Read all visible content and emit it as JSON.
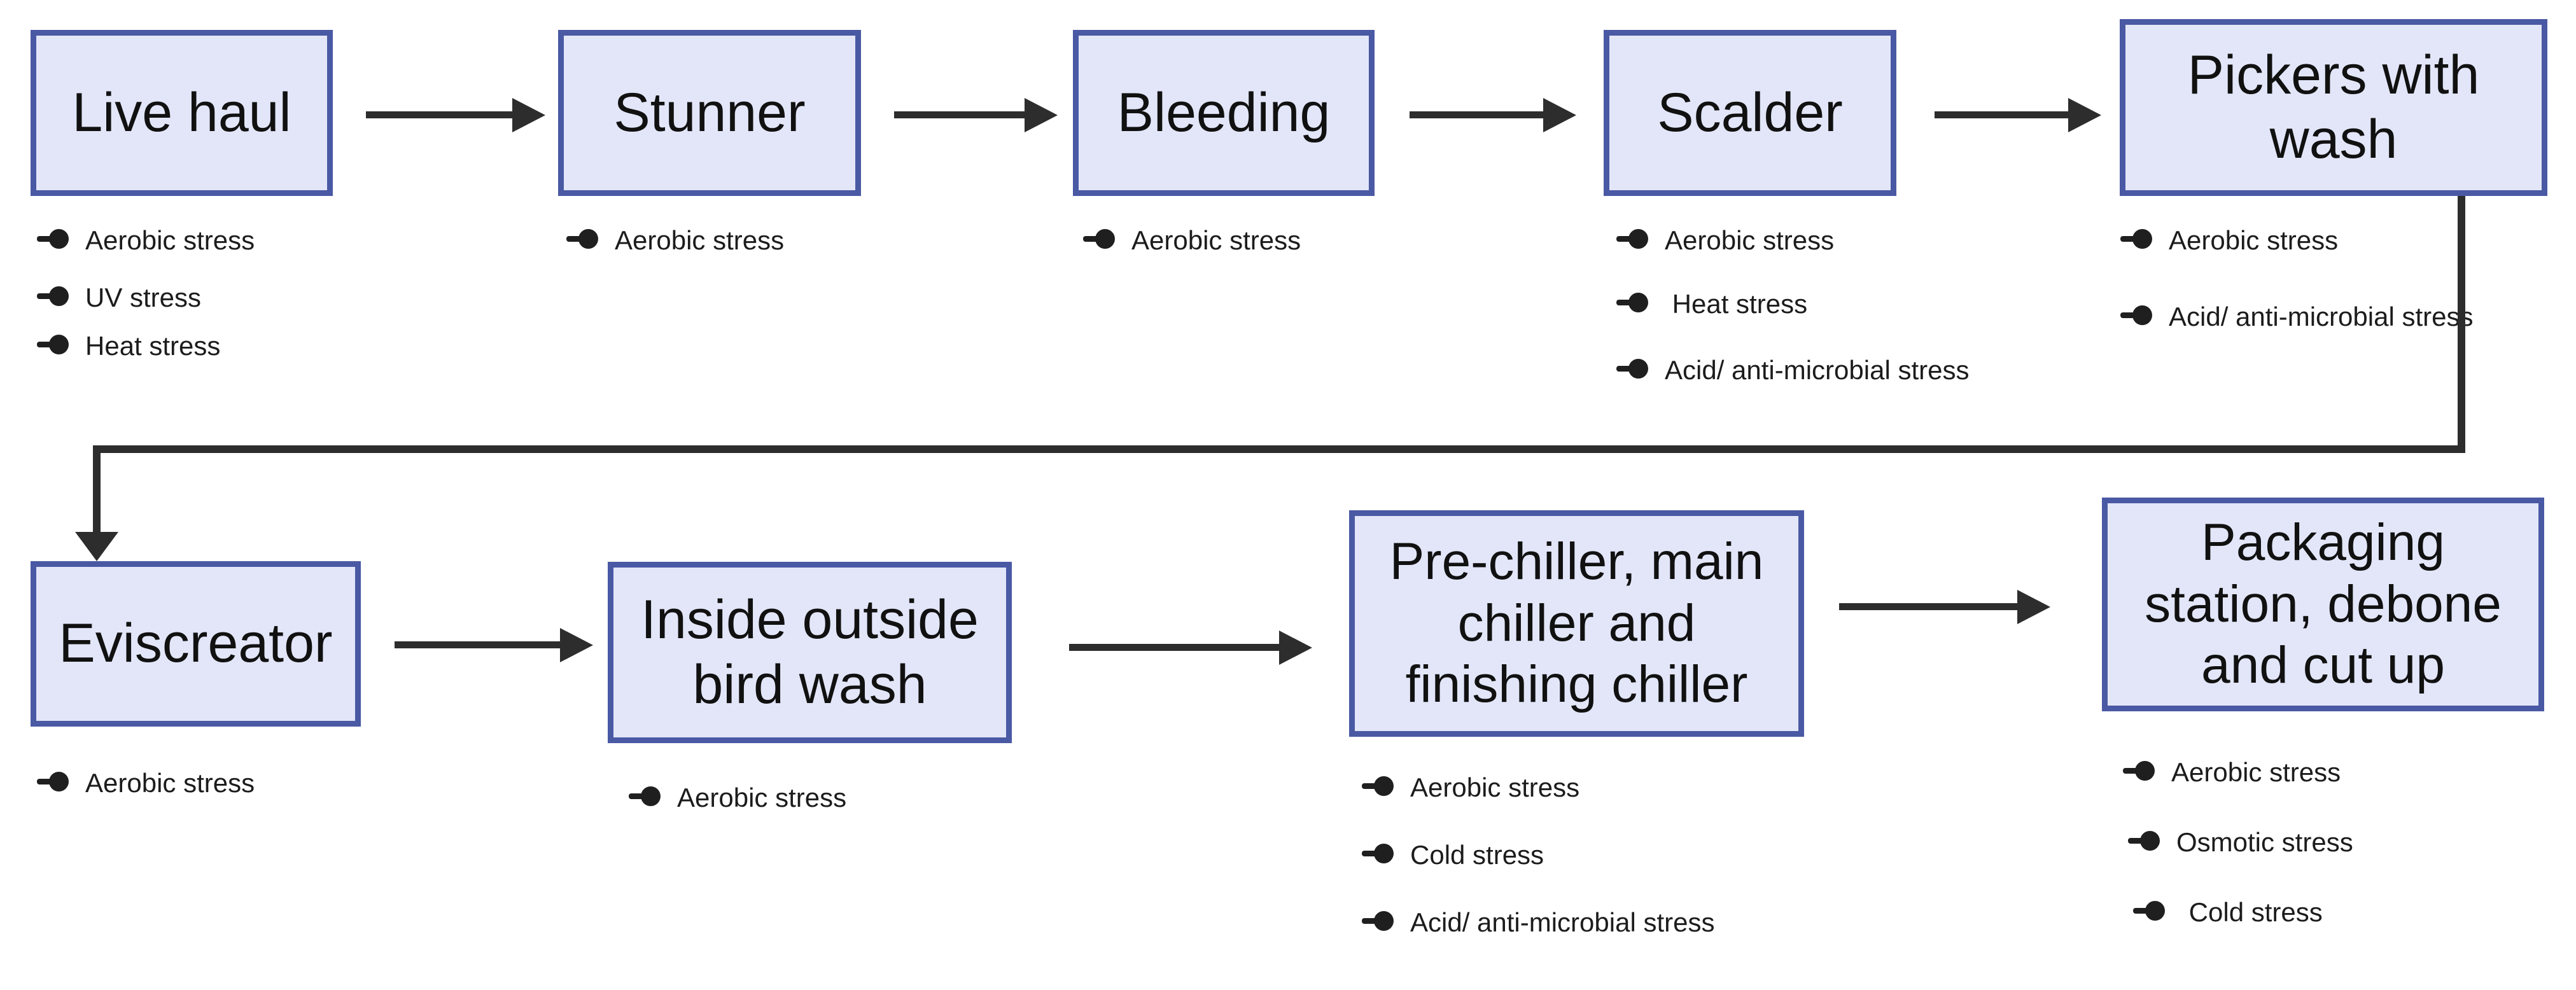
{
  "diagram": {
    "title_hidden": "",
    "colors": {
      "box_fill": "#e2e6f8",
      "box_border": "#4a59a4",
      "connector": "#2d2d2d",
      "text": "#111111"
    },
    "stages": [
      {
        "id": "live-haul",
        "label": "Live haul",
        "row": 1,
        "stresses": [
          "Aerobic stress",
          "UV stress",
          "Heat stress"
        ]
      },
      {
        "id": "stunner",
        "label": "Stunner",
        "row": 1,
        "stresses": [
          "Aerobic stress"
        ]
      },
      {
        "id": "bleeding",
        "label": "Bleeding",
        "row": 1,
        "stresses": [
          "Aerobic stress"
        ]
      },
      {
        "id": "scalder",
        "label": "Scalder",
        "row": 1,
        "stresses": [
          "Aerobic stress",
          " Heat stress",
          "Acid/ anti-microbial stress"
        ]
      },
      {
        "id": "pickers-with-wash",
        "label": "Pickers with wash",
        "row": 1,
        "stresses": [
          "Aerobic stress",
          "Acid/ anti-microbial stress"
        ]
      },
      {
        "id": "eviscreator",
        "label": "Eviscreator",
        "row": 2,
        "stresses": [
          "Aerobic stress"
        ]
      },
      {
        "id": "inside-outside-bird-wash",
        "label": "Inside outside bird wash",
        "row": 2,
        "stresses": [
          "Aerobic stress"
        ]
      },
      {
        "id": "pre-chiller",
        "label": "Pre-chiller, main chiller and finishing chiller",
        "row": 2,
        "stresses": [
          "Aerobic stress",
          "Cold stress",
          "Acid/ anti-microbial stress"
        ]
      },
      {
        "id": "packaging",
        "label": "Packaging station, debone and cut up",
        "row": 2,
        "stresses": [
          "Aerobic stress",
          "Osmotic stress",
          " Cold stress"
        ]
      }
    ]
  }
}
